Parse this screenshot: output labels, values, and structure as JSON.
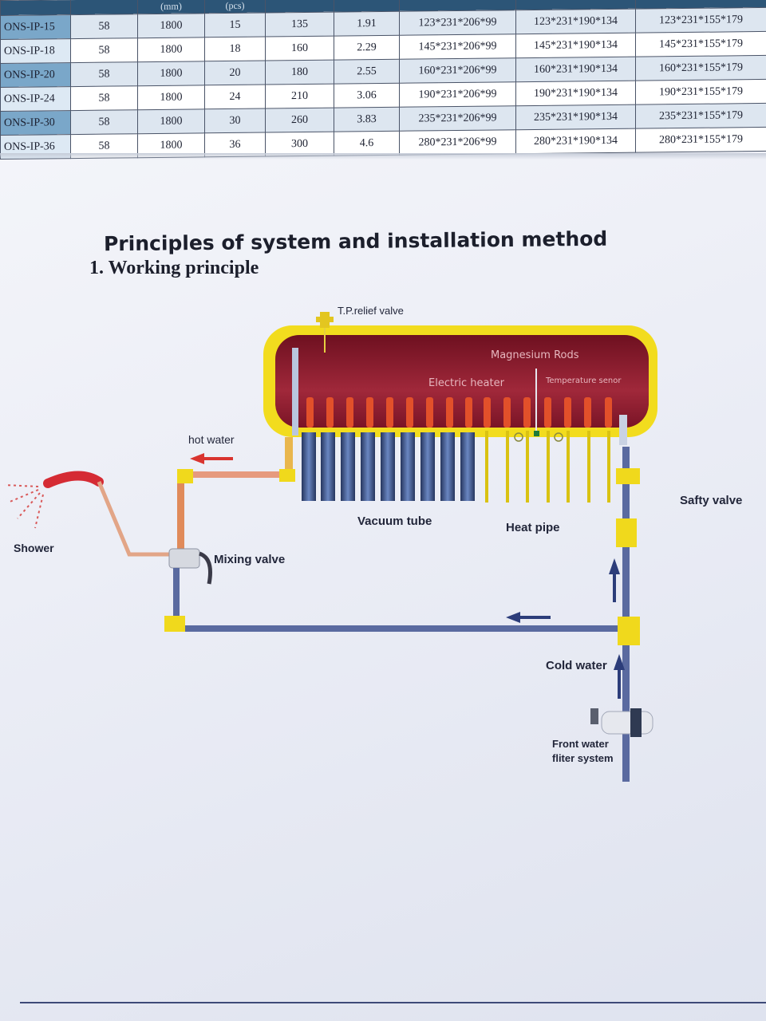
{
  "table": {
    "header": [
      "",
      "",
      "(mm)",
      "(pcs)",
      "",
      "",
      "",
      "",
      ""
    ],
    "rows": [
      [
        "ONS-IP-15",
        "58",
        "1800",
        "15",
        "135",
        "1.91",
        "123*231*206*99",
        "123*231*190*134",
        "123*231*155*179"
      ],
      [
        "ONS-IP-18",
        "58",
        "1800",
        "18",
        "160",
        "2.29",
        "145*231*206*99",
        "145*231*190*134",
        "145*231*155*179"
      ],
      [
        "ONS-IP-20",
        "58",
        "1800",
        "20",
        "180",
        "2.55",
        "160*231*206*99",
        "160*231*190*134",
        "160*231*155*179"
      ],
      [
        "ONS-IP-24",
        "58",
        "1800",
        "24",
        "210",
        "3.06",
        "190*231*206*99",
        "190*231*190*134",
        "190*231*155*179"
      ],
      [
        "ONS-IP-30",
        "58",
        "1800",
        "30",
        "260",
        "3.83",
        "235*231*206*99",
        "235*231*190*134",
        "235*231*155*179"
      ],
      [
        "ONS-IP-36",
        "58",
        "1800",
        "36",
        "300",
        "4.6",
        "280*231*206*99",
        "280*231*190*134",
        "280*231*155*179"
      ]
    ]
  },
  "section": {
    "title": "Principles of system and installation method",
    "subtitle": "1.  Working principle"
  },
  "diagram": {
    "labels": {
      "tp_relief": "T.P.relief valve",
      "magnesium": "Magnesium Rods",
      "electric": "Electric heater",
      "temp": "Temperature senor",
      "hot": "hot water",
      "shower": "Shower",
      "mixing": "Mixing valve",
      "vacuum": "Vacuum tube",
      "heatpipe": "Heat pipe",
      "safety": "Safty valve",
      "cold": "Cold water",
      "filter_1": "Front water",
      "filter_2": "fliter system"
    },
    "colors": {
      "tank_red": "#8c1a2c",
      "tank_yellow": "#f2dc1e",
      "tube_blue": "#3a4f86",
      "heat_pipe": "#d9c212",
      "hot_arrow": "#d9342f",
      "cold_arrow": "#2c3d7a",
      "pipe_blue": "#5a6aa0"
    }
  }
}
